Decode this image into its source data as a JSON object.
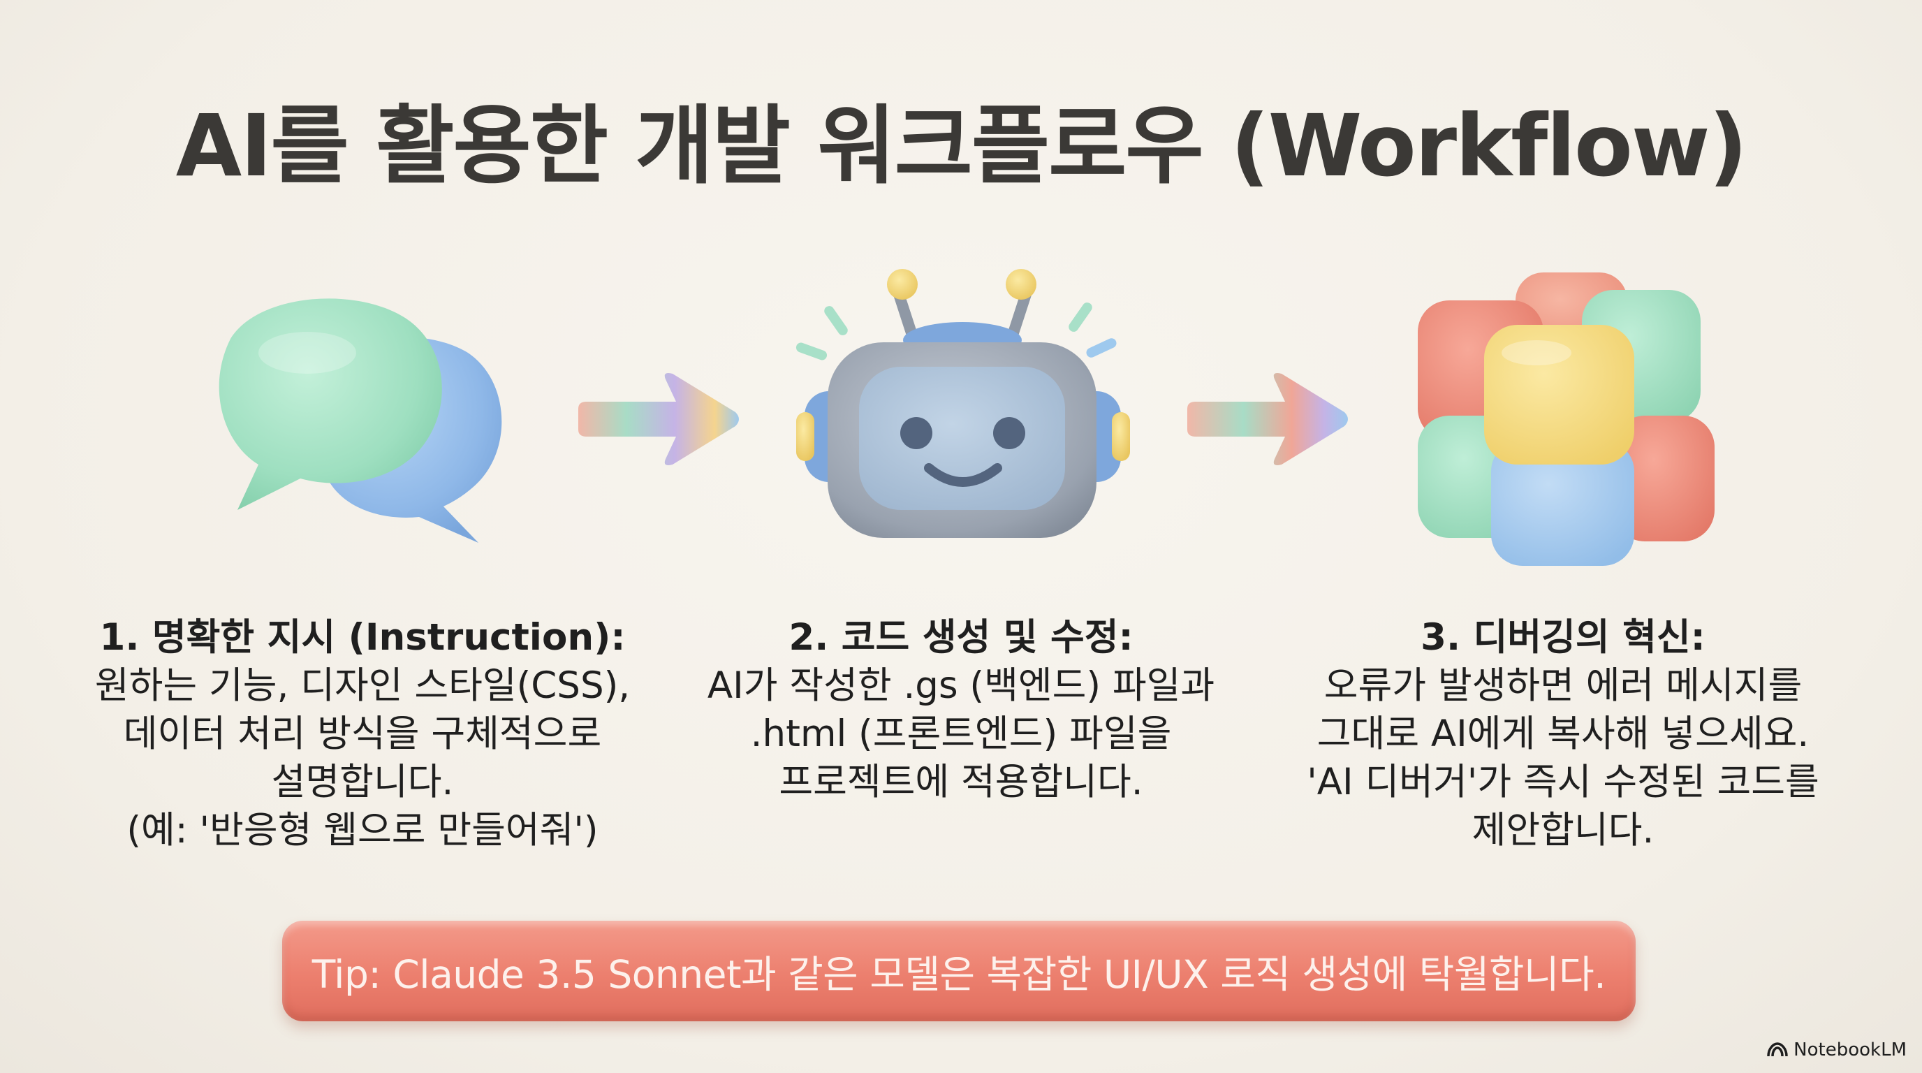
{
  "title": "AI를 활용한 개발 워크플로우 (Workflow)",
  "steps": [
    {
      "heading": "1. 명확한 지시 (Instruction):",
      "lines": [
        "원하는 기능, 디자인 스타일(CSS),",
        "데이터 처리 방식을 구체적으로",
        "설명합니다.",
        "(예: '반응형 웹으로 만들어줘')"
      ],
      "icon": "speech-bubbles-icon"
    },
    {
      "heading": "2. 코드 생성 및 수정:",
      "lines": [
        "AI가 작성한 .gs (백엔드) 파일과",
        ".html (프론트엔드) 파일을",
        "프로젝트에 적용합니다."
      ],
      "icon": "robot-icon"
    },
    {
      "heading": "3. 디버깅의 혁신:",
      "lines": [
        "오류가 발생하면 에러 메시지를",
        "그대로 AI에게 복사해 넣으세요.",
        "'AI 디버거'가 즉시 수정된 코드를",
        "제안합니다."
      ],
      "icon": "cube-blocks-icon"
    }
  ],
  "tip": "Tip: Claude 3.5 Sonnet과 같은 모델은 복잡한 UI/UX 로직 생성에 탁월합니다.",
  "brand": "NotebookLM",
  "colors": {
    "mint": "#a6e3c6",
    "blue": "#9cc3ee",
    "coral": "#ef8a78",
    "yellow": "#f6dd82",
    "gray": "#a9b2bf",
    "background": "#f5f1ea"
  }
}
